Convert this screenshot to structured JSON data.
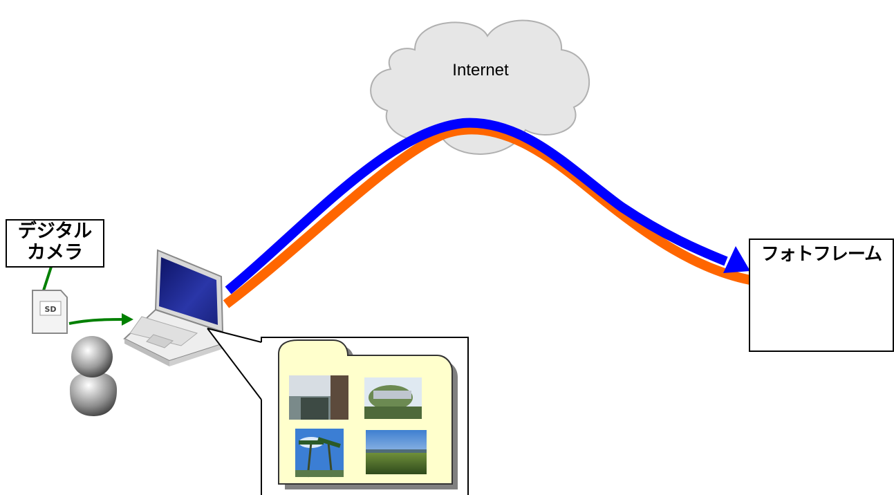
{
  "cloud": {
    "label": "Internet"
  },
  "camera": {
    "label_line1": "デジタル",
    "label_line2": "カメラ",
    "card_label": "SD"
  },
  "frame": {
    "label": "フォトフレーム"
  },
  "colors": {
    "upload_arc": "#ff6600",
    "download_arc": "#0000ff",
    "local_arrow": "#008000",
    "cloud_fill": "#e6e6e6",
    "folder_fill": "#ffffcc",
    "laptop_screen": "#1a237e"
  },
  "icons": [
    "cloud-icon",
    "sd-card-icon",
    "user-icon",
    "laptop-icon",
    "folder-icon",
    "photo-frame-icon"
  ]
}
